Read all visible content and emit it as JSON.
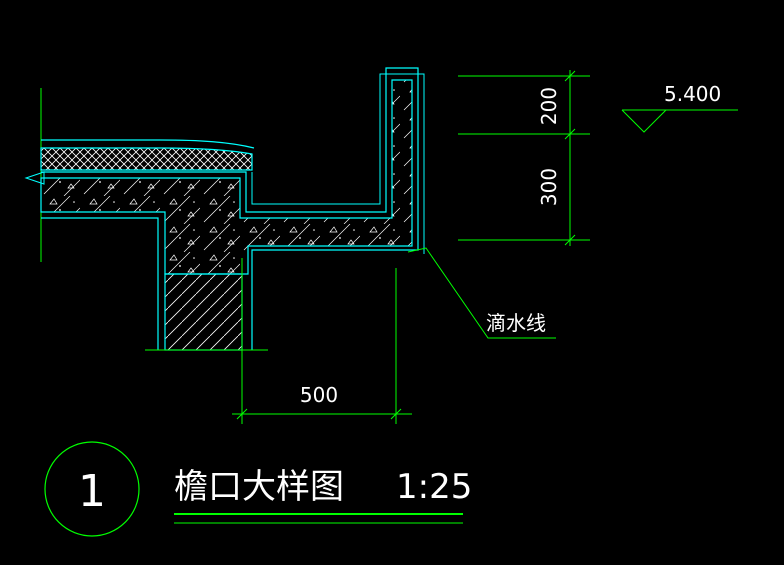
{
  "colors": {
    "background": "#000000",
    "outline": "#00ffff",
    "hatch": "#ffffff",
    "dimension": "#00ff00",
    "text": "#ffffff"
  },
  "dimensions": {
    "vertical_upper": "200",
    "vertical_lower": "300",
    "horizontal": "500"
  },
  "elevation": {
    "value": "5.400"
  },
  "annotation": {
    "drip_line": "滴水线"
  },
  "title_block": {
    "number": "1",
    "title": "檐口大样图",
    "scale": "1:25"
  }
}
